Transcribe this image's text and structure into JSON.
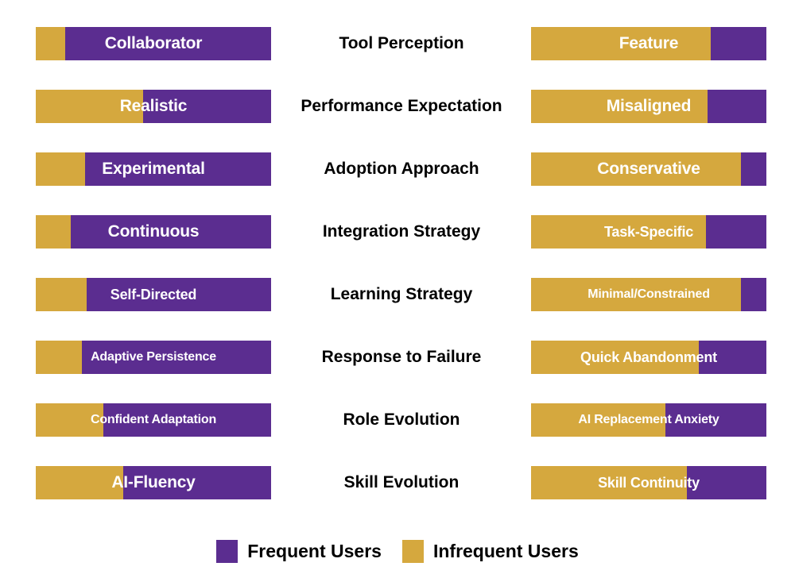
{
  "colors": {
    "frequent": "#5b2d90",
    "infrequent": "#d5a83e",
    "background": "#ffffff",
    "bar_text": "#ffffff",
    "category_text": "#000000"
  },
  "legend": {
    "items": [
      {
        "label": "Frequent Users",
        "color": "#5b2d90",
        "swatch": "frequent-swatch"
      },
      {
        "label": "Infrequent Users",
        "color": "#d5a83e",
        "swatch": "infrequent-swatch"
      }
    ]
  },
  "chart_data": {
    "type": "bar",
    "subtype": "paired-stacked-horizontal",
    "title": "",
    "xlabel": "",
    "ylabel": "",
    "grid": false,
    "legend_position": "bottom-center",
    "series": [
      {
        "name": "Frequent Users",
        "color": "#5b2d90"
      },
      {
        "name": "Infrequent Users",
        "color": "#d5a83e"
      }
    ],
    "categories": [
      "Tool Perception",
      "Performance Expectation",
      "Adoption Approach",
      "Integration Strategy",
      "Learning Strategy",
      "Response to Failure",
      "Role Evolution",
      "Skill Evolution"
    ],
    "rows": [
      {
        "category": "Tool Perception",
        "left": {
          "label": "Collaborator",
          "infrequent_pct": 12.5,
          "frequent_pct": 87.5
        },
        "right": {
          "label": "Feature",
          "infrequent_pct": 76.4,
          "frequent_pct": 23.6
        }
      },
      {
        "category": "Performance Expectation",
        "left": {
          "label": "Realistic",
          "infrequent_pct": 45.6,
          "frequent_pct": 54.4
        },
        "right": {
          "label": "Misaligned",
          "infrequent_pct": 75.0,
          "frequent_pct": 25.0
        }
      },
      {
        "category": "Adoption Approach",
        "left": {
          "label": "Experimental",
          "infrequent_pct": 21.0,
          "frequent_pct": 79.0
        },
        "right": {
          "label": "Conservative",
          "infrequent_pct": 89.2,
          "frequent_pct": 10.8
        }
      },
      {
        "category": "Integration Strategy",
        "left": {
          "label": "Continuous",
          "infrequent_pct": 14.9,
          "frequent_pct": 85.1
        },
        "right": {
          "label": "Task-Specific",
          "infrequent_pct": 74.3,
          "frequent_pct": 25.7
        }
      },
      {
        "category": "Learning Strategy",
        "left": {
          "label": "Self-Directed",
          "infrequent_pct": 21.6,
          "frequent_pct": 78.4
        },
        "right": {
          "label": "Minimal/Constrained",
          "infrequent_pct": 89.2,
          "frequent_pct": 10.8
        }
      },
      {
        "category": "Response to Failure",
        "left": {
          "label": "Adaptive Persistence",
          "infrequent_pct": 19.6,
          "frequent_pct": 80.4
        },
        "right": {
          "label": "Quick Abandonment",
          "infrequent_pct": 71.3,
          "frequent_pct": 28.7
        }
      },
      {
        "category": "Role Evolution",
        "left": {
          "label": "Confident Adaptation",
          "infrequent_pct": 28.7,
          "frequent_pct": 71.3
        },
        "right": {
          "label": "AI Replacement Anxiety",
          "infrequent_pct": 57.1,
          "frequent_pct": 42.9
        }
      },
      {
        "category": "Skill Evolution",
        "left": {
          "label": "AI-Fluency",
          "infrequent_pct": 37.2,
          "frequent_pct": 62.8
        },
        "right": {
          "label": "Skill Continuity",
          "infrequent_pct": 66.2,
          "frequent_pct": 33.8
        }
      }
    ]
  }
}
